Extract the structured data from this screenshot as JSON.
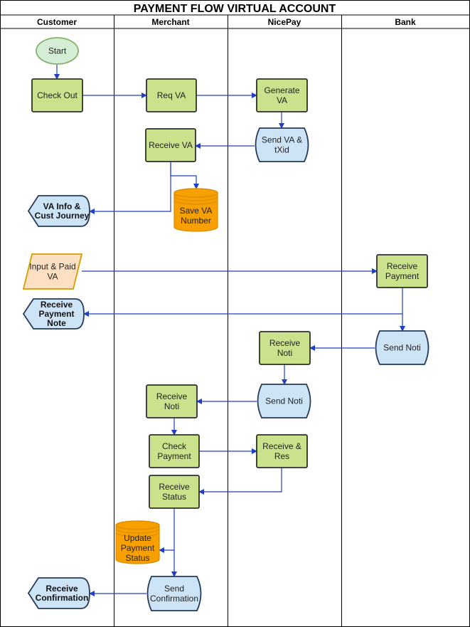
{
  "title": "PAYMENT FLOW VIRTUAL ACCOUNT",
  "lanes": [
    "Customer",
    "Merchant",
    "NicePay",
    "Bank"
  ],
  "colors": {
    "process_fill": "#c9e28b",
    "process_stroke": "#2f2f2f",
    "terminator_fill": "#d5ecd5",
    "terminator_stroke": "#82b366",
    "document_fill": "#cde4f7",
    "document_stroke": "#26395a",
    "database_fill": "#f7a000",
    "database_stroke": "#d98a00",
    "io_fill": "#fde0c2",
    "io_stroke": "#d79b00",
    "connector": "#1f3fc4"
  },
  "nodes": {
    "start": {
      "shape": "terminator",
      "text": [
        "Start"
      ]
    },
    "check_out": {
      "shape": "process",
      "text": [
        "Check Out"
      ]
    },
    "req_va": {
      "shape": "process",
      "text": [
        "Req VA"
      ]
    },
    "generate_va": {
      "shape": "process",
      "text": [
        "Generate",
        "VA"
      ]
    },
    "send_va_txid": {
      "shape": "document",
      "text": [
        "Send VA &",
        "tXid"
      ]
    },
    "receive_va": {
      "shape": "process",
      "text": [
        "Receive VA"
      ]
    },
    "save_va_number": {
      "shape": "database",
      "text": [
        "Save VA",
        "Number"
      ]
    },
    "va_info_cust_journey": {
      "shape": "display",
      "text": [
        "VA Info &",
        "Cust Journey"
      ]
    },
    "input_paid_va": {
      "shape": "io",
      "text": [
        "Input & Paid",
        "VA"
      ]
    },
    "bank_receive_payment": {
      "shape": "process",
      "text": [
        "Receive",
        "Payment"
      ]
    },
    "receive_payment_note": {
      "shape": "display",
      "text": [
        "Receive",
        "Payment",
        "Note"
      ]
    },
    "bank_send_noti": {
      "shape": "document",
      "text": [
        "Send Noti"
      ]
    },
    "nicepay_receive_noti": {
      "shape": "process",
      "text": [
        "Receive",
        "Noti"
      ]
    },
    "nicepay_send_noti": {
      "shape": "document",
      "text": [
        "Send Noti"
      ]
    },
    "merchant_receive_noti": {
      "shape": "process",
      "text": [
        "Receive",
        "Noti"
      ]
    },
    "check_payment": {
      "shape": "process",
      "text": [
        "Check",
        "Payment"
      ]
    },
    "receive_res": {
      "shape": "process",
      "text": [
        "Receive &",
        "Res"
      ]
    },
    "receive_status": {
      "shape": "process",
      "text": [
        "Receive",
        "Status"
      ]
    },
    "update_payment_status": {
      "shape": "database",
      "text": [
        "Update",
        "Payment",
        "Status"
      ]
    },
    "send_confirmation": {
      "shape": "document",
      "text": [
        "Send",
        "Confirmation"
      ]
    },
    "receive_confirmation": {
      "shape": "display",
      "text": [
        "Receive",
        "Confirmation"
      ]
    }
  },
  "edges": [
    [
      "start",
      "check_out"
    ],
    [
      "check_out",
      "req_va"
    ],
    [
      "req_va",
      "generate_va"
    ],
    [
      "generate_va",
      "send_va_txid"
    ],
    [
      "send_va_txid",
      "receive_va"
    ],
    [
      "receive_va",
      "save_va_number"
    ],
    [
      "receive_va",
      "va_info_cust_journey"
    ],
    [
      "input_paid_va",
      "bank_receive_payment"
    ],
    [
      "bank_receive_payment",
      "receive_payment_note"
    ],
    [
      "bank_receive_payment",
      "bank_send_noti"
    ],
    [
      "bank_send_noti",
      "nicepay_receive_noti"
    ],
    [
      "nicepay_receive_noti",
      "nicepay_send_noti"
    ],
    [
      "nicepay_send_noti",
      "merchant_receive_noti"
    ],
    [
      "merchant_receive_noti",
      "check_payment"
    ],
    [
      "check_payment",
      "receive_res"
    ],
    [
      "receive_res",
      "receive_status"
    ],
    [
      "receive_status",
      "update_payment_status"
    ],
    [
      "receive_status",
      "send_confirmation"
    ],
    [
      "send_confirmation",
      "receive_confirmation"
    ]
  ]
}
